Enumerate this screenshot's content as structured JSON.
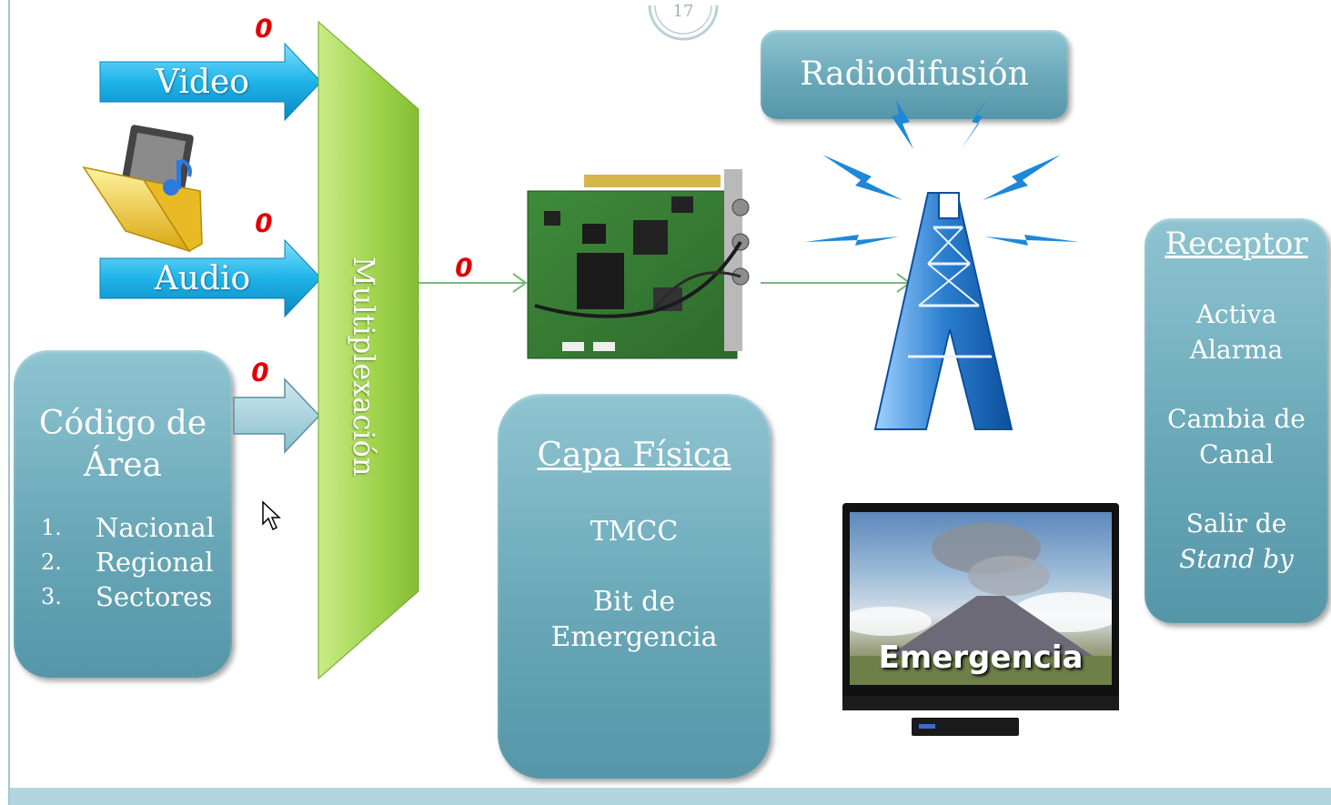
{
  "slide_number": "17",
  "inputs": {
    "video_label": "Video",
    "audio_label": "Audio",
    "zero_marks": [
      "0",
      "0",
      "0",
      "0"
    ]
  },
  "area_code": {
    "title": "Código de Área",
    "items": [
      {
        "num": "1.",
        "label": "Nacional"
      },
      {
        "num": "2.",
        "label": "Regional"
      },
      {
        "num": "3.",
        "label": "Sectores"
      }
    ]
  },
  "multiplexer": {
    "label": "Multiplexación"
  },
  "broadcast": {
    "label": "Radiodifusión"
  },
  "physical_layer": {
    "title": "Capa Física",
    "lines": [
      "TMCC",
      "Bit de",
      "Emergencia"
    ]
  },
  "receiver": {
    "title": "Receptor",
    "lines": [
      "Activa",
      "Alarma",
      "Cambia de",
      "Canal",
      "Salir de",
      "Stand by"
    ]
  },
  "tv": {
    "overlay_text": "Emergencia"
  },
  "colors": {
    "teal_box": "#6aa8b8",
    "arrow_cyan": "#1fb4e8",
    "mux_green": "#9ed24a",
    "zero_red": "#e00000",
    "connector_green": "#7ab87a",
    "tower_blue": "#2c7fd0"
  }
}
